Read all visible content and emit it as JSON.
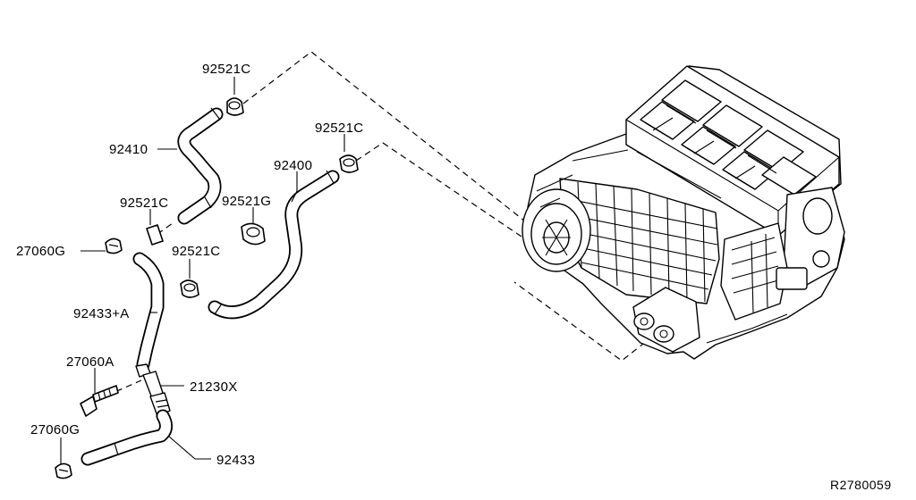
{
  "diagram": {
    "reference_code": "R2780059",
    "parts": [
      {
        "id": "clamp-top",
        "label": "92521C"
      },
      {
        "id": "hose-92410",
        "label": "92410"
      },
      {
        "id": "clamp-right",
        "label": "92521C"
      },
      {
        "id": "hose-92400",
        "label": "92400"
      },
      {
        "id": "clamp-left",
        "label": "92521C"
      },
      {
        "id": "grommet",
        "label": "92521G"
      },
      {
        "id": "clip-top",
        "label": "27060G"
      },
      {
        "id": "clamp-mid",
        "label": "92521C"
      },
      {
        "id": "hose-92433a",
        "label": "92433+A"
      },
      {
        "id": "bolt",
        "label": "27060A"
      },
      {
        "id": "valve",
        "label": "21230X"
      },
      {
        "id": "clip-bottom",
        "label": "27060G"
      },
      {
        "id": "hose-92433",
        "label": "92433"
      }
    ]
  }
}
